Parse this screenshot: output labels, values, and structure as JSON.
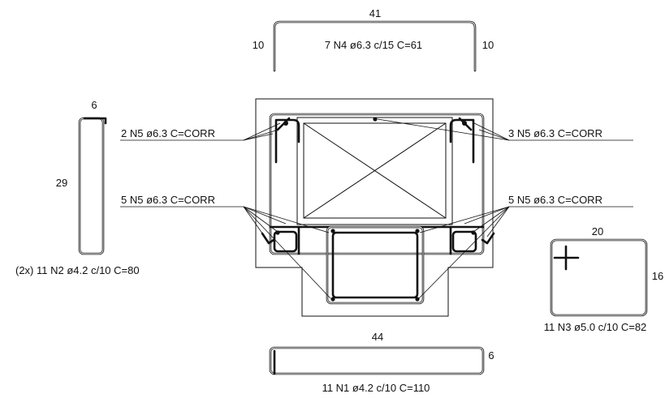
{
  "bar_n4": {
    "length": "41",
    "left_leg": "10",
    "right_leg": "10",
    "spec": "7 N4 ø6.3 c/15 C=61"
  },
  "bar_n2": {
    "width": "6",
    "height": "29",
    "spec": "(2x) 11 N2 ø4.2 c/10 C=80"
  },
  "bar_n3": {
    "width": "20",
    "height": "16",
    "spec": "11 N3 ø5.0 c/10 C=82"
  },
  "bar_n1": {
    "length": "44",
    "leg": "6",
    "spec": "11 N1 ø4.2 c/10 C=110"
  },
  "callouts": {
    "top_left": "2 N5 ø6.3 C=CORR",
    "top_right": "3 N5 ø6.3 C=CORR",
    "bottom_left": "5 N5 ø6.3 C=CORR",
    "bottom_right": "5 N5 ø6.3 C=CORR"
  }
}
